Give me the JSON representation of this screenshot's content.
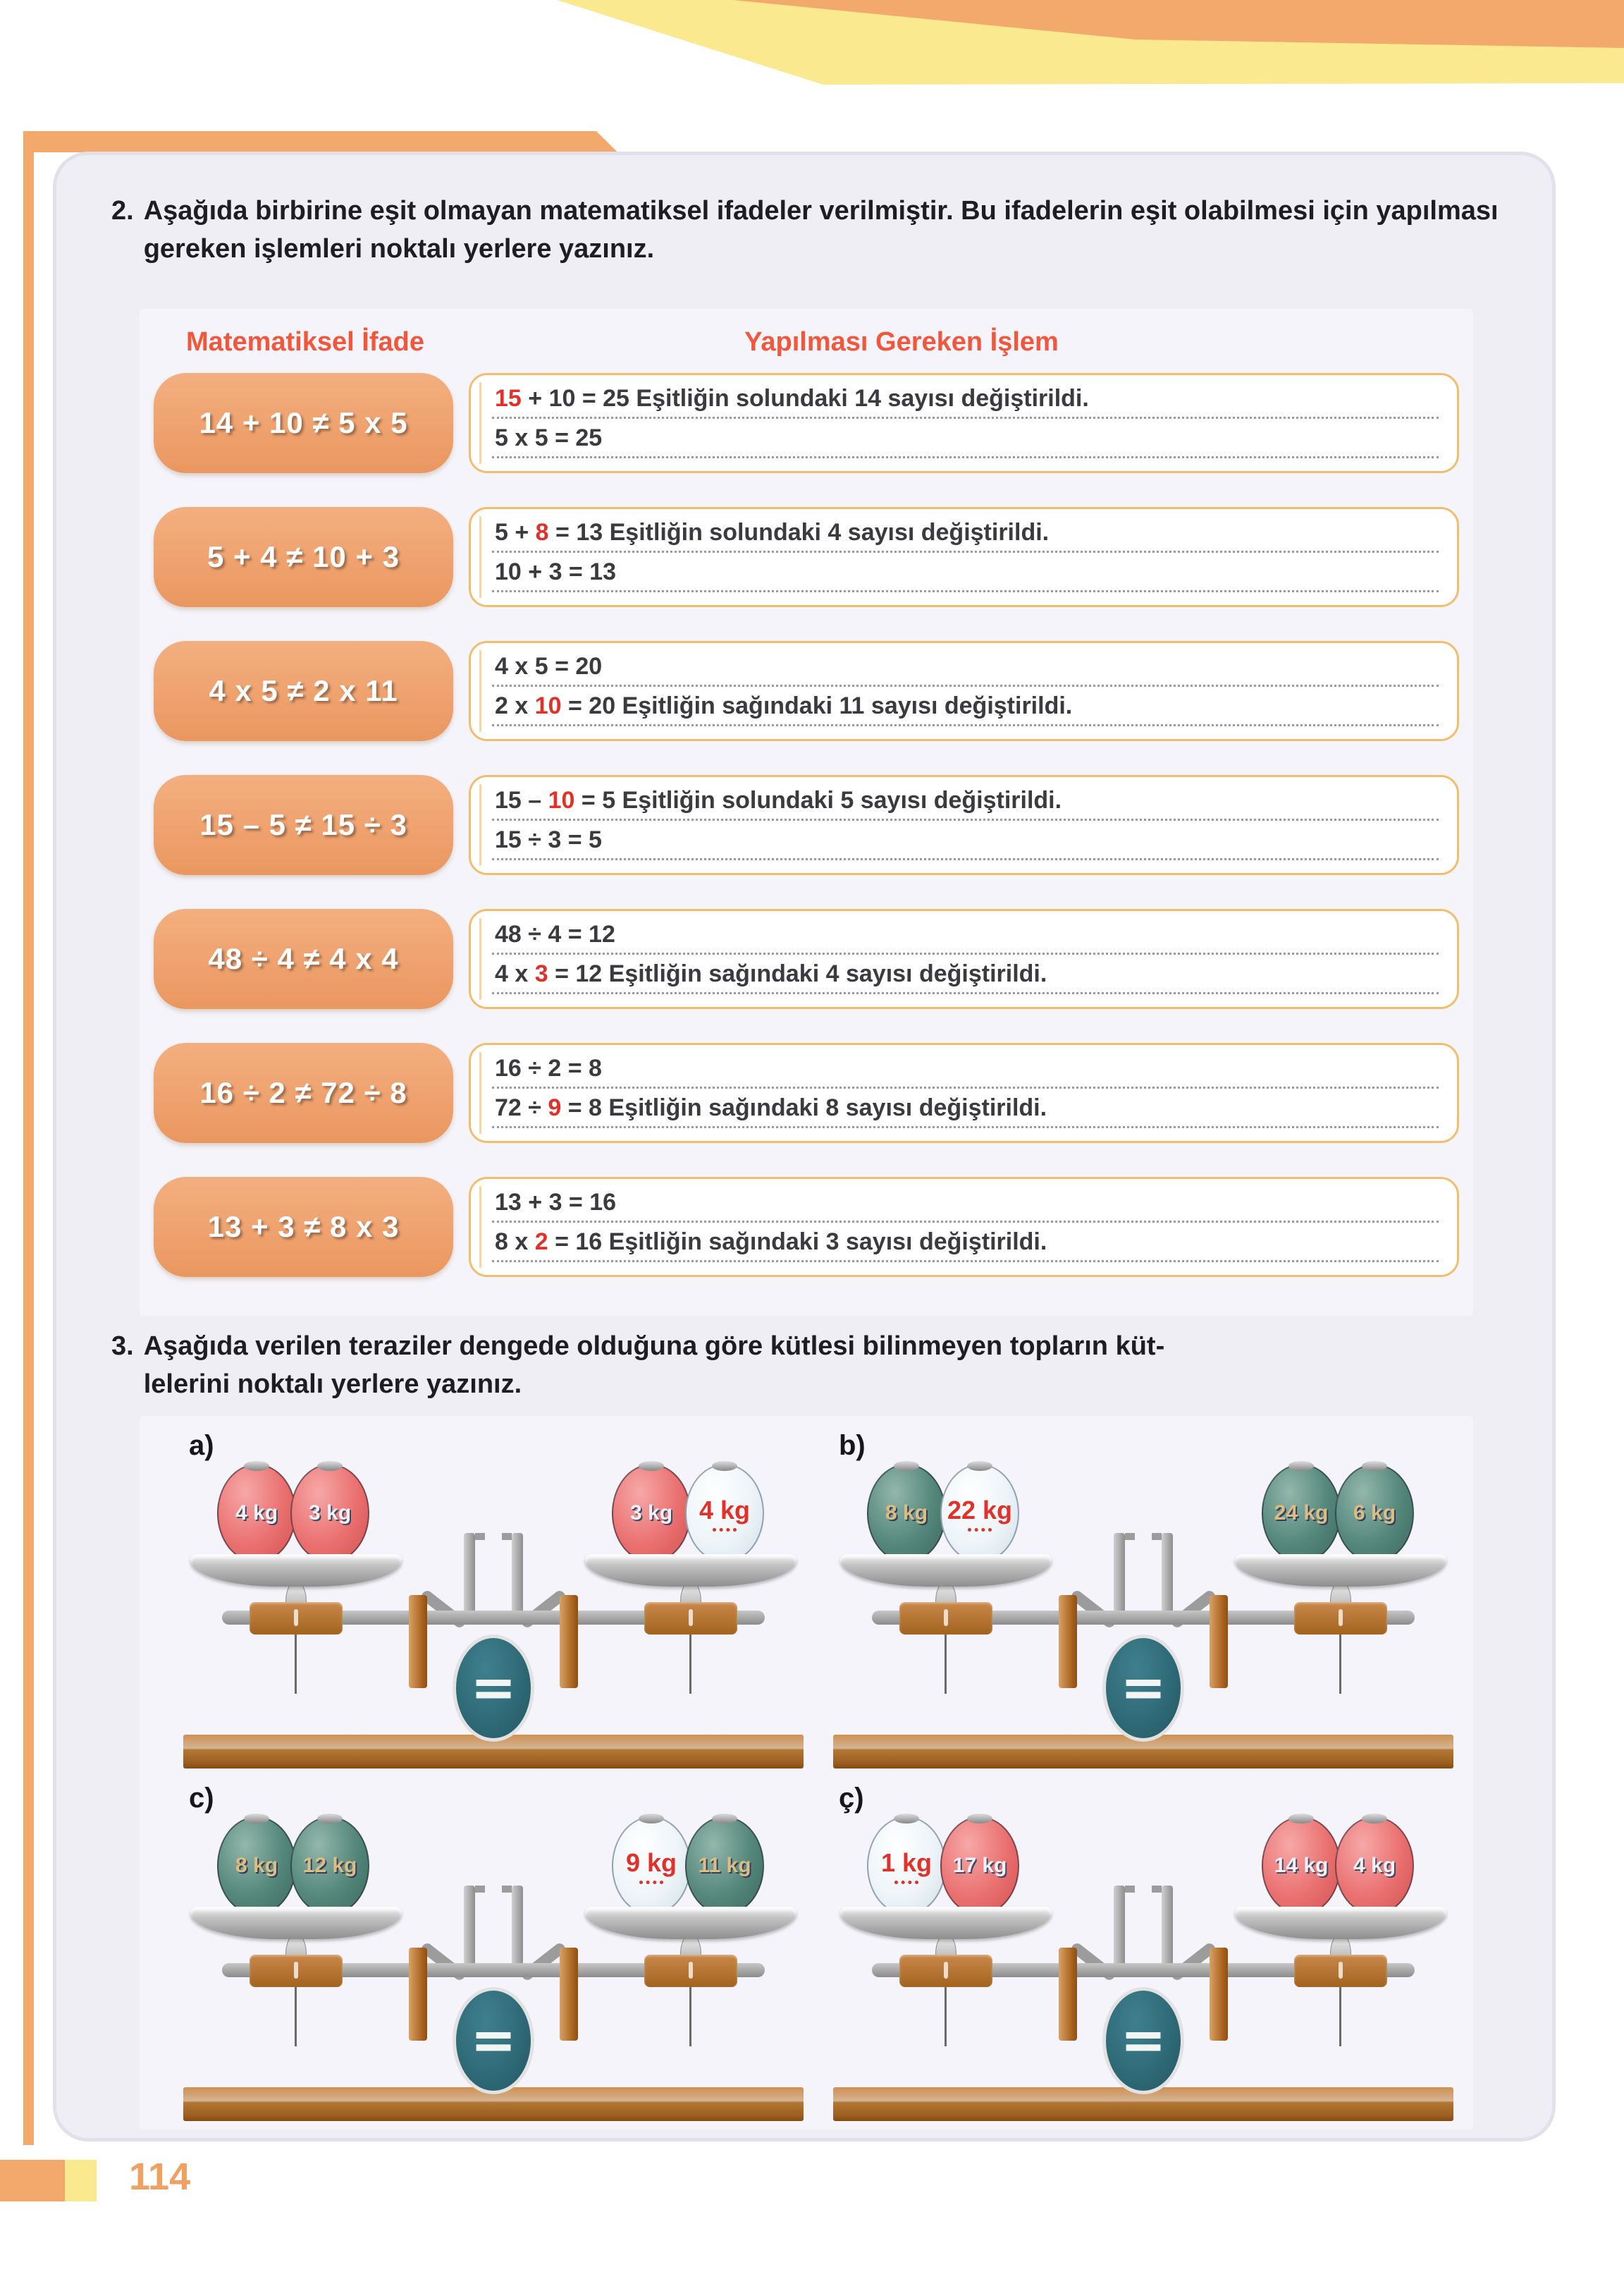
{
  "page": {
    "accents": {
      "orange": "#F4A96C",
      "yellow": "#FAE98F",
      "card_background": "#EFEEF5",
      "header_red": "#F2573B",
      "answer_red": "#E0322A",
      "expression_box_orange": "#F0A26E",
      "answer_box_border": "#F2BE6E"
    },
    "footer": {
      "page_number": "114"
    }
  },
  "question2": {
    "number": "2.",
    "text": "Aşağıda birbirine eşit olmayan matematiksel ifadeler verilmiştir. Bu ifadelerin eşit olabilmesi için yapılması gereken işlemleri noktalı yerlere yazınız.",
    "table": {
      "headers": {
        "expression": "Matematiksel İfade",
        "operation": "Yapılması Gereken İşlem"
      },
      "rows": [
        {
          "expression": "14 + 10 ≠ 5 x 5",
          "line1": {
            "pre": "",
            "red": "15",
            "post": " + 10 = 25 Eşitliğin solundaki 14 sayısı değiştirildi."
          },
          "line2": {
            "pre": "5 x 5 = 25",
            "red": "",
            "post": ""
          }
        },
        {
          "expression": "5 + 4 ≠ 10 + 3",
          "line1": {
            "pre": "5 + ",
            "red": "8",
            "post": " = 13 Eşitliğin solundaki 4 sayısı değiştirildi."
          },
          "line2": {
            "pre": "10 + 3 = 13",
            "red": "",
            "post": ""
          }
        },
        {
          "expression": "4 x 5 ≠ 2 x 11",
          "line1": {
            "pre": "4 x 5 = 20",
            "red": "",
            "post": ""
          },
          "line2": {
            "pre": "2 x ",
            "red": "10",
            "post": " = 20 Eşitliğin sağındaki 11 sayısı değiştirildi."
          }
        },
        {
          "expression": "15 – 5 ≠ 15 ÷ 3",
          "line1": {
            "pre": "15 – ",
            "red": "10",
            "post": " = 5 Eşitliğin solundaki 5 sayısı değiştirildi."
          },
          "line2": {
            "pre": "15 ÷ 3 = 5",
            "red": "",
            "post": ""
          }
        },
        {
          "expression": "48 ÷ 4 ≠ 4 x 4",
          "line1": {
            "pre": "48 ÷ 4 = 12",
            "red": "",
            "post": ""
          },
          "line2": {
            "pre": "4 x ",
            "red": "3",
            "post": " = 12 Eşitliğin sağındaki 4 sayısı değiştirildi."
          }
        },
        {
          "expression": "16 ÷ 2 ≠ 72 ÷ 8",
          "line1": {
            "pre": "16 ÷ 2 = 8",
            "red": "",
            "post": ""
          },
          "line2": {
            "pre": "72 ÷ ",
            "red": "9",
            "post": " = 8 Eşitliğin sağındaki 8 sayısı değiştirildi."
          }
        },
        {
          "expression": "13 + 3 ≠ 8 x 3",
          "line1": {
            "pre": "13 + 3 = 16",
            "red": "",
            "post": ""
          },
          "line2": {
            "pre": "8 x ",
            "red": "2",
            "post": " = 16 Eşitliğin sağındaki 3 sayısı değiştirildi."
          }
        }
      ]
    }
  },
  "question3": {
    "number": "3.",
    "text_line1": "Aşağıda verilen teraziler dengede olduğuna göre kütlesi bilinmeyen topların küt-",
    "text_line2": "lelerini noktalı yerlere yazınız."
  },
  "scales": {
    "balance_symbol": "=",
    "items": [
      {
        "label": "a)",
        "left": [
          {
            "mass": "4 kg",
            "type": "red"
          },
          {
            "mass": "3 kg",
            "type": "red"
          }
        ],
        "right": [
          {
            "mass": "3 kg",
            "type": "red"
          },
          {
            "mass": "4 kg",
            "type": "answer"
          }
        ]
      },
      {
        "label": "b)",
        "left": [
          {
            "mass": "8 kg",
            "type": "teal"
          },
          {
            "mass": "22 kg",
            "type": "answer"
          }
        ],
        "right": [
          {
            "mass": "24 kg",
            "type": "teal"
          },
          {
            "mass": "6 kg",
            "type": "teal"
          }
        ]
      },
      {
        "label": "c)",
        "left": [
          {
            "mass": "8 kg",
            "type": "teal"
          },
          {
            "mass": "12 kg",
            "type": "teal"
          }
        ],
        "right": [
          {
            "mass": "9 kg",
            "type": "answer"
          },
          {
            "mass": "11 kg",
            "type": "teal"
          }
        ]
      },
      {
        "label": "ç)",
        "left": [
          {
            "mass": "1 kg",
            "type": "answer"
          },
          {
            "mass": "17 kg",
            "type": "red"
          }
        ],
        "right": [
          {
            "mass": "14 kg",
            "type": "red"
          },
          {
            "mass": "4 kg",
            "type": "red"
          }
        ]
      }
    ]
  }
}
